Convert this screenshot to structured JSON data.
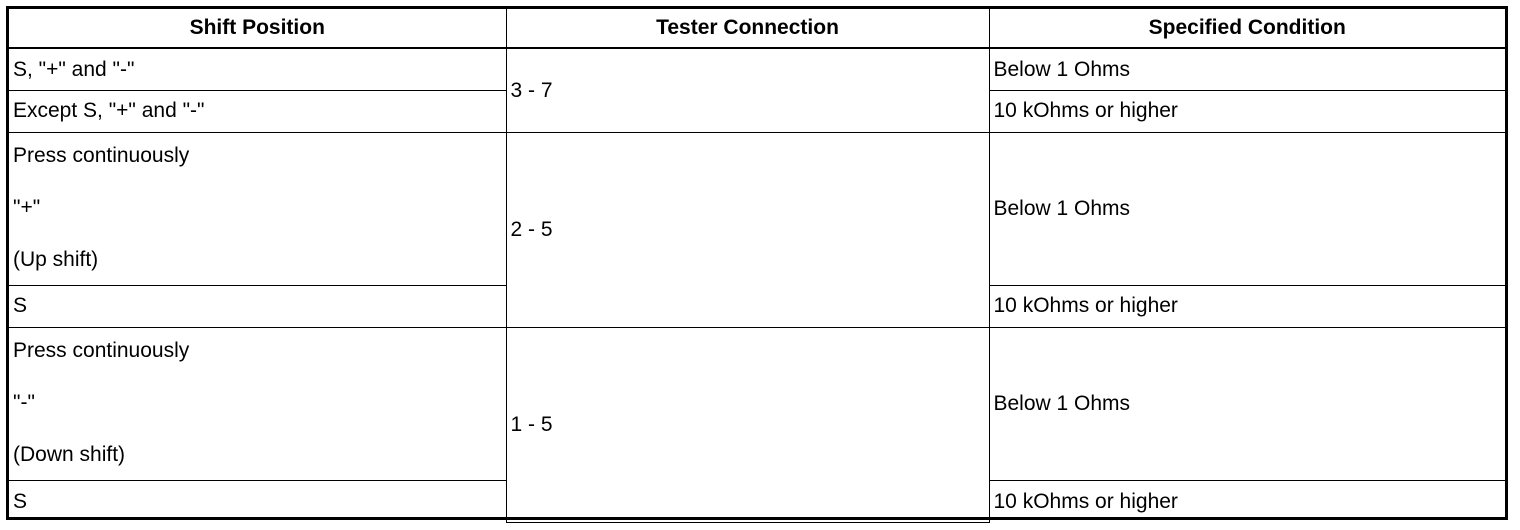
{
  "headers": {
    "shift_position": "Shift Position",
    "tester_connection": "Tester Connection",
    "specified_condition": "Specified Condition"
  },
  "rows": [
    {
      "shift_position": "S, \"+\" and \"-\"",
      "condition": "Below 1 Ohms"
    },
    {
      "shift_position": "Except S, \"+\" and \"-\"",
      "condition": "10 kOhms or higher"
    },
    {
      "shift_lines": [
        "Press continuously",
        "\"+\"",
        "(Up shift)"
      ],
      "condition": "Below 1 Ohms"
    },
    {
      "shift_position": "S",
      "condition": "10 kOhms or higher"
    },
    {
      "shift_lines": [
        "Press continuously",
        "\"-\"",
        "(Down shift)"
      ],
      "condition": "Below 1 Ohms"
    },
    {
      "shift_position": "S",
      "condition": "10 kOhms or higher"
    }
  ],
  "tester_connections": [
    "3 - 7",
    "2 - 5",
    "1 - 5"
  ]
}
